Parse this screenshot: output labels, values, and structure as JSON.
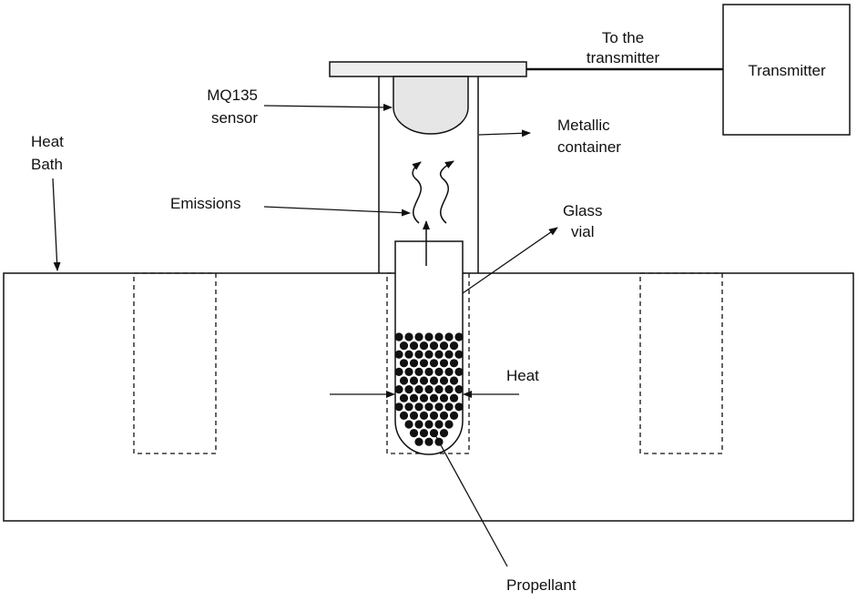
{
  "labels": {
    "to_transmitter_line1": "To the",
    "to_transmitter_line2": "transmitter",
    "transmitter": "Transmitter",
    "mq135_line1": "MQ135",
    "mq135_line2": "sensor",
    "metallic_line1": "Metallic",
    "metallic_line2": "container",
    "heat_bath_line1": "Heat",
    "heat_bath_line2": "Bath",
    "emissions": "Emissions",
    "glass_line1": "Glass",
    "glass_line2": "vial",
    "heat": "Heat",
    "propellant": "Propellant"
  },
  "colors": {
    "stroke": "#111111",
    "sensor_fill": "#e6e6e6",
    "plate_fill": "#eeeeee",
    "pellet": "#111111",
    "background": "#ffffff"
  }
}
